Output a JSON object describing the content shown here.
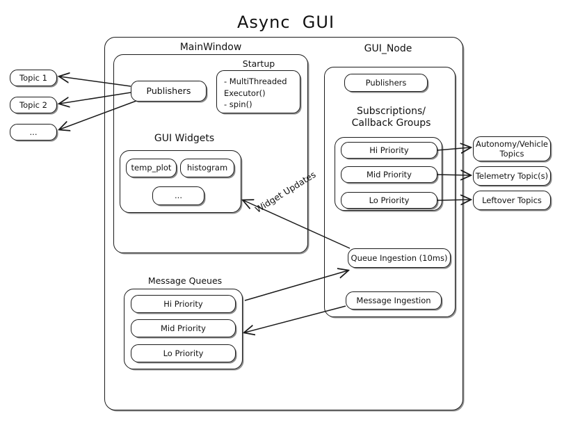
{
  "diagram": {
    "title": "Async  GUI",
    "outer_container_name": "async-gui-outer-container"
  },
  "left_topics": [
    {
      "label": "Topic 1"
    },
    {
      "label": "Topic 2"
    },
    {
      "label": "..."
    }
  ],
  "main_window": {
    "title": "MainWindow",
    "publishers": "Publishers",
    "startup": {
      "title": "Startup",
      "items": "-  MultiThreaded\n   Executor()\n-  spin()"
    },
    "gui_widgets": {
      "title": "GUI Widgets",
      "widgets": [
        {
          "label": "temp_plot"
        },
        {
          "label": "histogram"
        },
        {
          "label": "..."
        }
      ]
    },
    "message_queues": {
      "title": "Message Queues",
      "queues": [
        {
          "label": "Hi Priority"
        },
        {
          "label": "Mid Priority"
        },
        {
          "label": "Lo Priority"
        }
      ]
    }
  },
  "gui_node": {
    "title": "GUI_Node",
    "publishers": "Publishers",
    "subscriptions": {
      "title": "Subscriptions/\nCallback Groups",
      "groups": [
        {
          "label": "Hi Priority"
        },
        {
          "label": "Mid Priority"
        },
        {
          "label": "Lo Priority"
        }
      ]
    },
    "queue_ingestion": "Queue Ingestion (10ms)",
    "message_ingestion": "Message Ingestion"
  },
  "right_topics": [
    {
      "label": "Autonomy/Vehicle\nTopics"
    },
    {
      "label": "Telemetry Topic(s)"
    },
    {
      "label": "Leftover Topics"
    }
  ],
  "annotations": {
    "widget_updates": "Widget Updates"
  },
  "colors": {
    "stroke": "#1a1a1a",
    "text": "#111111",
    "background": "#ffffff"
  }
}
